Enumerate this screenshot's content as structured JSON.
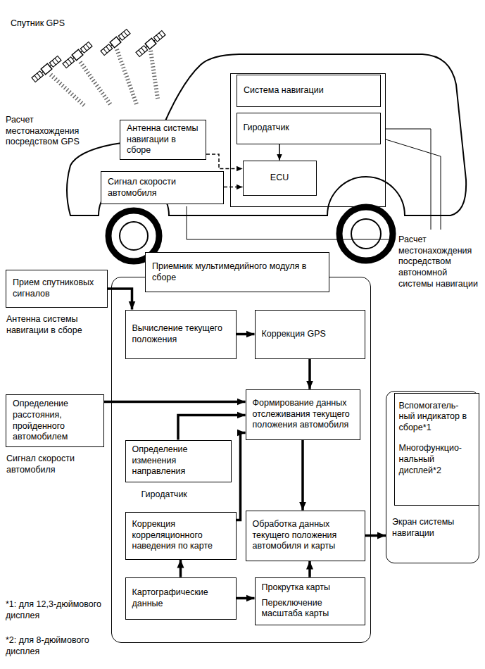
{
  "diagram": {
    "nodes": [
      {
        "text": [
          "Система навигации"
        ]
      },
      {
        "text": [
          "Гиродатчик"
        ],
        "in": 0
      },
      {
        "text": [
          "ECU"
        ],
        "in": 0
      },
      {
        "text": [
          "Антенна системы навигации в сборе"
        ]
      },
      {
        "text": [
          "Сигнал скорости автомобиля"
        ]
      },
      {
        "text": [
          "Приемник мультимедийного модуля в сборе"
        ]
      },
      {
        "text": [
          "Прием спутниковых сигналов",
          "Антенна системы навигации в сборе"
        ]
      },
      {
        "text": [
          "Вычисление текущего положения"
        ],
        "in": 5
      },
      {
        "text": [
          "Коррекция GPS"
        ],
        "in": 5
      },
      {
        "text": [
          "Формирование данных отслеживания текущего положения автомобиля"
        ],
        "in": 5
      },
      {
        "text": [
          "Определение расстояния, пройденного автомобилем",
          "Сигнал скорости автомобиля"
        ]
      },
      {
        "text": [
          "Определение изменения направления",
          "Гиродатчик"
        ],
        "in": 5
      },
      {
        "text": [
          "Коррекция корреляционного наведения по карте"
        ],
        "in": 5
      },
      {
        "text": [
          "Обработка данных текущего положения автомобиля и карты"
        ],
        "in": 5
      },
      {
        "text": [
          "Картографические данные"
        ],
        "in": 5
      },
      {
        "text": [
          "Прокрутка карты",
          "Переключение масштаба карты"
        ],
        "in": 5
      },
      {
        "text": [
          "Экран системы навигации"
        ]
      },
      {
        "text": [
          "Вспомогатель-ный индикатор в сборе*1",
          "Многофункцио-нальный дисплей*2"
        ],
        "in": 16
      }
    ],
    "edges": [
      {
        "from": 1,
        "to": 2,
        "arrow": "to"
      },
      {
        "from": 3,
        "to": 2,
        "arrow": "to"
      },
      {
        "from": 4,
        "to": 2,
        "arrow": "to"
      },
      {
        "from": 6,
        "to": 7,
        "arrow": "to"
      },
      {
        "from": 7,
        "to": 8,
        "arrow": "to"
      },
      {
        "from": 8,
        "to": 9,
        "arrow": "to"
      },
      {
        "from": 10,
        "to": 9,
        "arrow": "to"
      },
      {
        "from": 11,
        "to": 9,
        "arrow": "to"
      },
      {
        "from": 12,
        "to": 9,
        "arrow": "to"
      },
      {
        "from": 9,
        "to": 13,
        "arrow": "to"
      },
      {
        "from": 14,
        "to": 12,
        "arrow": "to"
      },
      {
        "from": 14,
        "to": 15,
        "arrow": "to"
      },
      {
        "from": 15,
        "to": 13,
        "arrow": "to"
      },
      {
        "from": 13,
        "to": 16,
        "arrow": "to"
      }
    ],
    "labels": [
      "Спутник GPS",
      "Расчет местонахождения посредством GPS",
      "Расчет местонахождения посредством автономной системы навигации",
      "*1: для 12,3-дюймового дисплея",
      "*2: для 8-дюймового дисплея"
    ]
  }
}
